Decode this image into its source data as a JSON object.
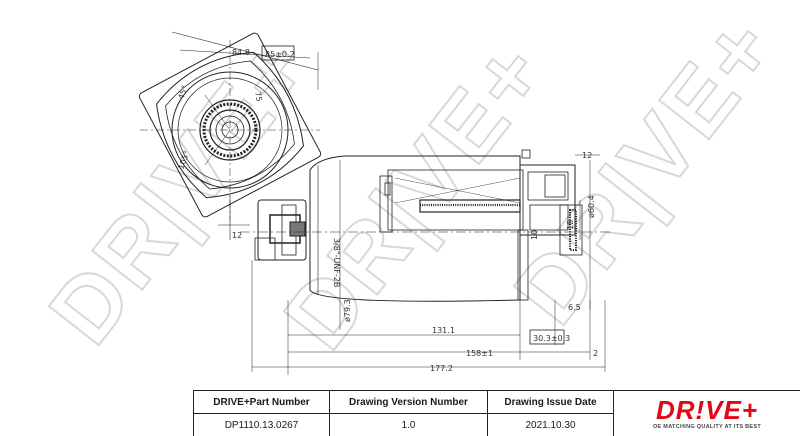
{
  "watermark": "DR|VE+",
  "dimensions": {
    "d_84_8": "84.8",
    "d_85": "85±0.2",
    "d_75": "75",
    "d_45": "45°",
    "d_105": "105°",
    "d_12_r": "12",
    "d_12_l": "12",
    "thread": "3/8\"-UNF-2B",
    "d_60_4": "ø60.4",
    "d_79_3": "ø79.3",
    "d_131_1": "131.1",
    "d_30_3": "30.3±0.3",
    "d_158": "158±1",
    "d_2": "2",
    "d_177_2": "177.2",
    "d_6_5": "6.5",
    "d_18": "18",
    "d_10": "10"
  },
  "title_block": {
    "part_number_label": "DRIVE+Part Number",
    "part_number": "DP1110.13.0267",
    "version_label": "Drawing Version Number",
    "version": "1.0",
    "issue_date_label": "Drawing Issue Date",
    "issue_date": "2021.10.30",
    "logo": "DR!VE+",
    "logo_tagline": "OE MATCHING QUALITY AT ITS BEST",
    "brand_color": "#e30613"
  }
}
